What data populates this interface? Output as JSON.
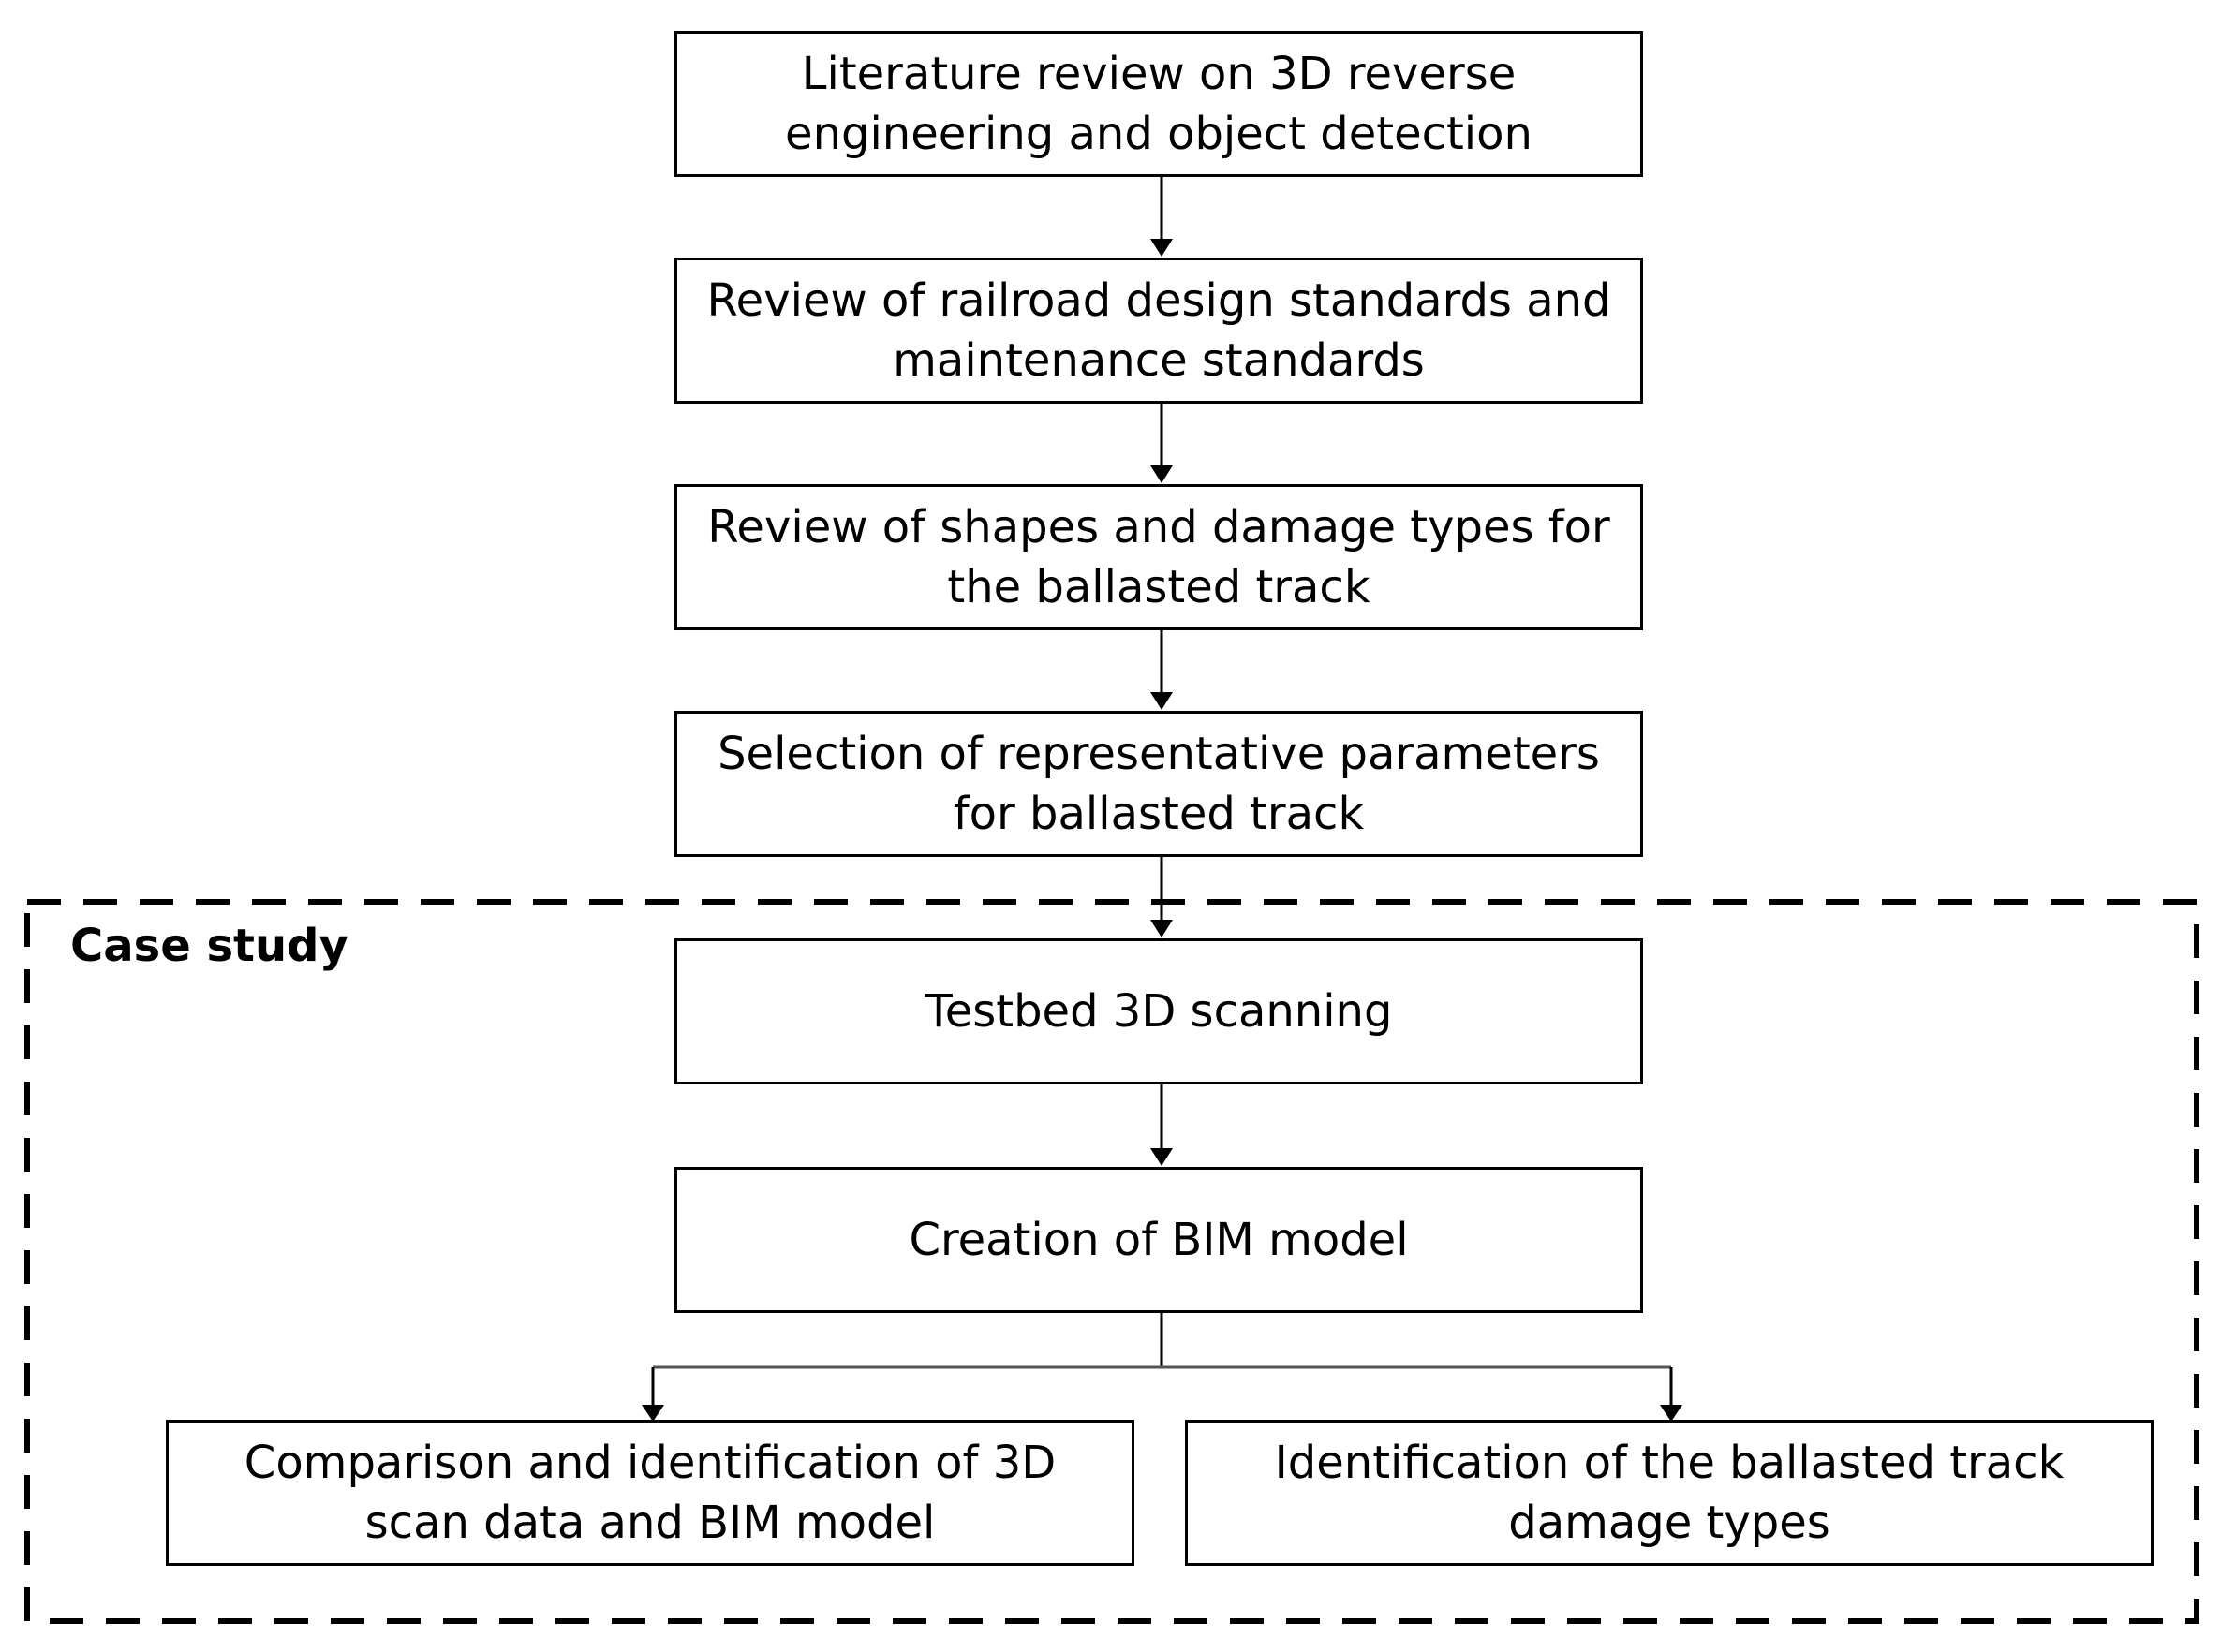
{
  "diagram": {
    "steps": [
      {
        "id": "literature-review",
        "label": "Literature review on 3D reverse engineering and object detection"
      },
      {
        "id": "design-standards",
        "label": "Review of railroad design standards and maintenance standards"
      },
      {
        "id": "shapes-damage",
        "label": "Review of shapes and damage types for the ballasted track"
      },
      {
        "id": "parameter-selection",
        "label": "Selection of representative parameters for ballasted track"
      },
      {
        "id": "testbed-scanning",
        "label": "Testbed 3D scanning"
      },
      {
        "id": "bim-creation",
        "label": "Creation of BIM model"
      },
      {
        "id": "comparison",
        "label": "Comparison and identification of 3D scan data and BIM model"
      },
      {
        "id": "damage-identification",
        "label": "Identification of the ballasted track damage types"
      }
    ],
    "edges": [
      {
        "from": "literature-review",
        "to": "design-standards"
      },
      {
        "from": "design-standards",
        "to": "shapes-damage"
      },
      {
        "from": "shapes-damage",
        "to": "parameter-selection"
      },
      {
        "from": "parameter-selection",
        "to": "testbed-scanning"
      },
      {
        "from": "testbed-scanning",
        "to": "bim-creation"
      },
      {
        "from": "bim-creation",
        "to": "comparison"
      },
      {
        "from": "bim-creation",
        "to": "damage-identification"
      }
    ],
    "group": {
      "label": "Case study",
      "members": [
        "testbed-scanning",
        "bim-creation",
        "comparison",
        "damage-identification"
      ],
      "border_style": "dashed"
    },
    "colors": {
      "stroke": "#000000",
      "fill": "#ffffff",
      "text": "#000000"
    }
  }
}
